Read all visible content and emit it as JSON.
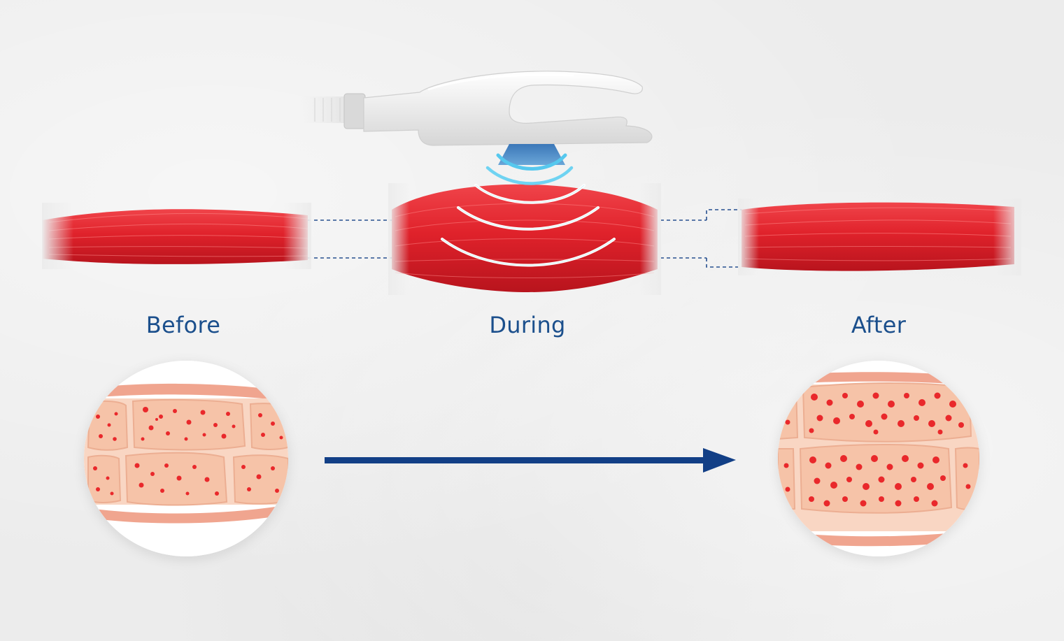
{
  "stages": {
    "before": "Before",
    "during": "During",
    "after": "After"
  },
  "colors": {
    "label": "#1b4f8c",
    "arrow": "#123f86",
    "muscle": "#e2262f",
    "wave": "#5fd0ef",
    "fiber_tissue": "#f6c3a8",
    "fiber_dots": "#e9282b"
  },
  "icons": {
    "device": "handpiece-device-icon",
    "arrow": "right-arrow-icon"
  }
}
